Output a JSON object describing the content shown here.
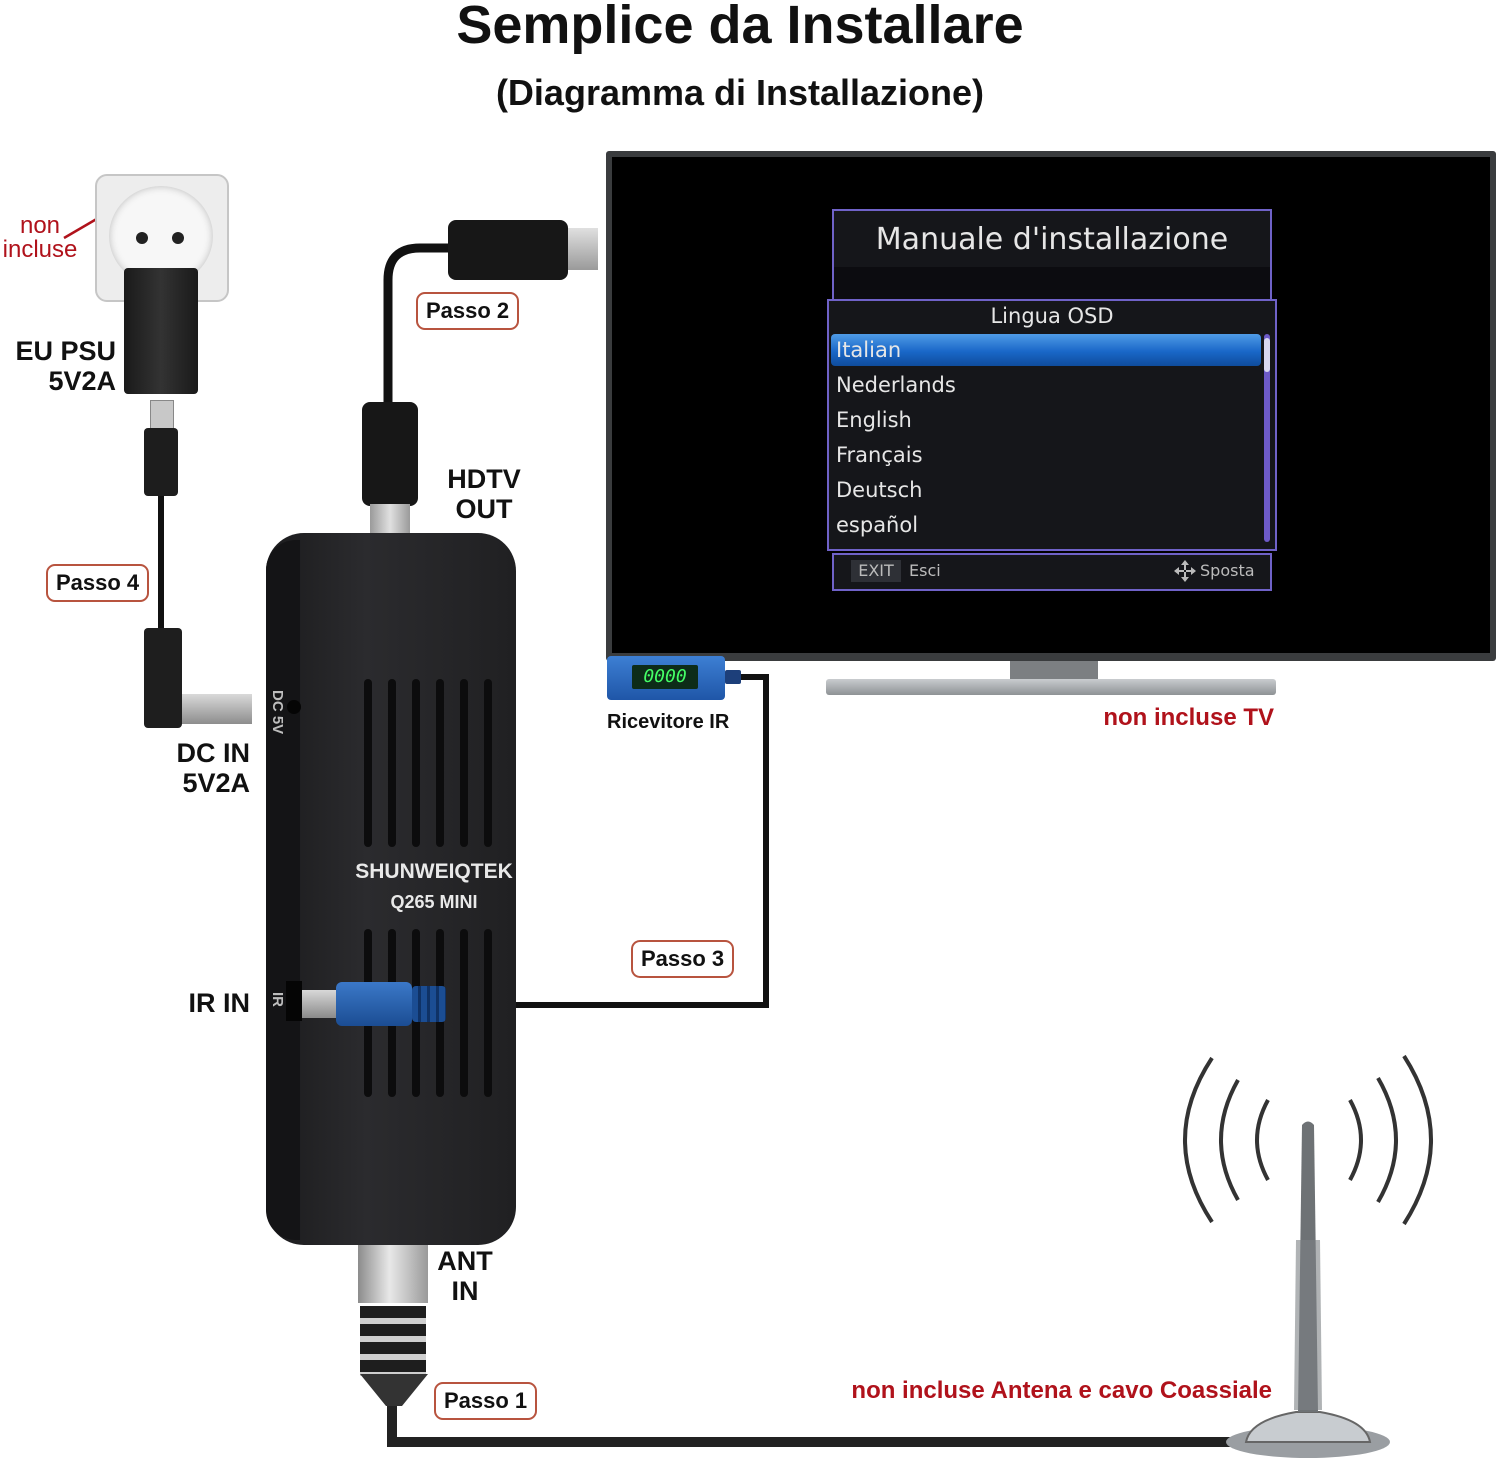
{
  "header": {
    "title": "Semplice da Installare",
    "subtitle": "(Diagramma di Installazione)"
  },
  "labels": {
    "not_included_socket": "non\nincluse",
    "eu_psu": "EU PSU\n5V2A",
    "hdtv_out": "HDTV\nOUT",
    "dc_in": "DC IN\n5V2A",
    "ir_in": "IR IN",
    "ant_in": "ANT\nIN",
    "ir_receiver": "Ricevitore IR",
    "not_included_tv": "non incluse TV",
    "not_included_antenna": "non incluse Antena e cavo Coassiale"
  },
  "steps": {
    "step1": "Passo 1",
    "step2": "Passo 2",
    "step3": "Passo 3",
    "step4": "Passo 4"
  },
  "device": {
    "brand": "SHUNWEIQTEK",
    "model": "Q265 MINI",
    "port_dc": "DC 5V",
    "port_ir": "IR"
  },
  "ir_receiver_display": "0000",
  "osd": {
    "header": "Manuale d'installazione",
    "list_title": "Lingua OSD",
    "items": [
      "Italian",
      "Nederlands",
      "English",
      "Français",
      "Deutsch",
      "español"
    ],
    "selected": "Italian",
    "footer_exit_key": "EXIT",
    "footer_exit_label": "Esci",
    "footer_move_label": "Sposta"
  },
  "colors": {
    "accent_red": "#b0121b",
    "step_border": "#b8543f",
    "osd_border": "#6f62c8",
    "osd_selection": "#1967c8",
    "ir_blue": "#2a66bf"
  }
}
